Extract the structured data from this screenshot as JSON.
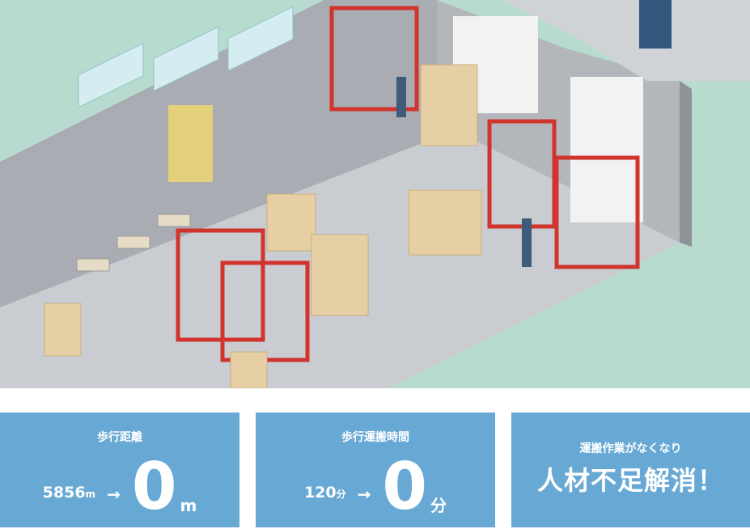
{
  "cards": [
    {
      "title": "歩行距離",
      "before": "5856",
      "before_unit": "m",
      "arrow": "→",
      "after": "0",
      "after_unit": "m"
    },
    {
      "title": "歩行運搬時間",
      "before": "120",
      "before_unit": "分",
      "arrow": "→",
      "after": "0",
      "after_unit": "分"
    },
    {
      "title": "運搬作業がなくなり",
      "headline": "人材不足解消！"
    }
  ],
  "colors": {
    "card": "#67a9d4",
    "ground": "#b7dccf",
    "floor": "#c9cdd2",
    "wall": "#a9adb3",
    "rack": "#d0342c",
    "box": "#e6cfa5"
  }
}
